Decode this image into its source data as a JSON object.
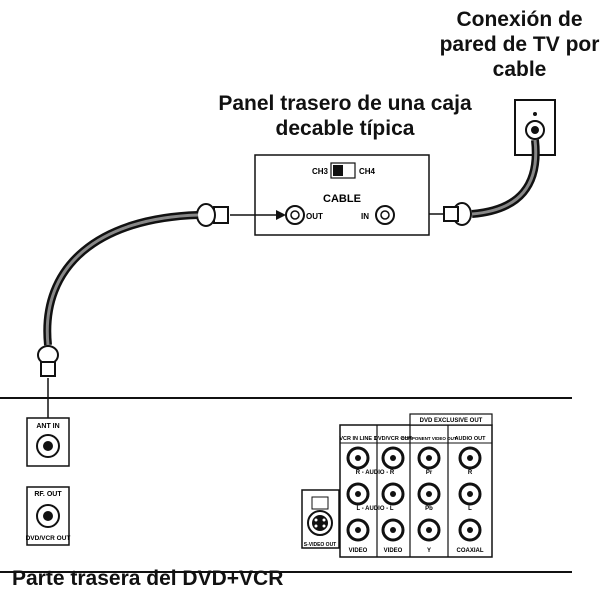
{
  "wall_jack": {
    "title": "Conexión de pared de TV por cable"
  },
  "cable_box": {
    "title": "Panel trasero de una caja decable típica",
    "ch3_label": "CH3",
    "ch4_label": "CH4",
    "cable_label": "CABLE",
    "out_label": "OUT",
    "in_label": "IN"
  },
  "dvd_panel": {
    "caption": "Parte trasera del DVD+VCR",
    "rf_in_label": "ANT IN",
    "rf_out_label": "RF. OUT",
    "dvd_vcr_out_label": "DVD/VCR OUT",
    "svideo_label": "S-VIDEO OUT",
    "exclusive_header": "DVD EXCLUSIVE OUT",
    "col_vcr_in": "VCR IN LINE 1",
    "col_dvd_vcr_out": "DVD/VCR OUT",
    "col_component": "COMPONENT VIDEO OUT",
    "col_audio_out": "AUDIO OUT",
    "row_audio_r": "R - AUDIO - R",
    "row_audio_l": "L - AUDIO - L",
    "pr_label": "Pr",
    "pb_label": "Pb",
    "y_label": "Y",
    "r_label": "R",
    "l_label": "L",
    "video_label_1": "VIDEO",
    "video_label_2": "VIDEO",
    "coaxial_label": "COAXIAL"
  }
}
